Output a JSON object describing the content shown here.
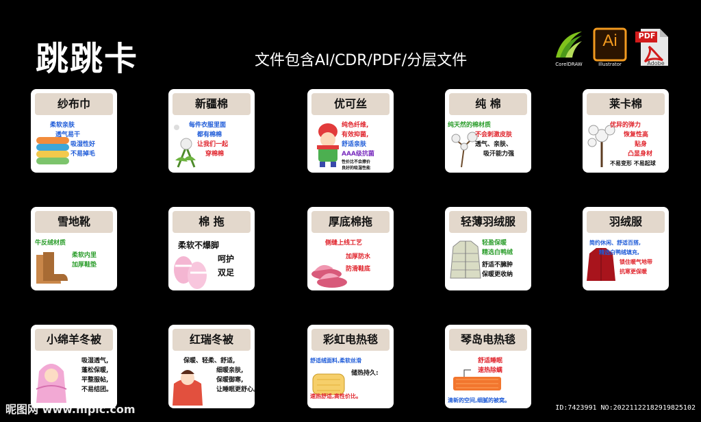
{
  "header": {
    "title": "跳跳卡",
    "subtitle": "文件包含AI/CDR/PDF/分层文件"
  },
  "logos": {
    "cdr_caption": "CorelDRAW",
    "ai_text": "Ai",
    "ai_caption": "Illustrator",
    "pdf_text": "PDF",
    "pdf_caption": "Adobe"
  },
  "cards": [
    {
      "title": "纱布巾",
      "lines": [
        "柔软亲肤",
        "透气易干",
        "吸湿性好",
        "不易掉毛"
      ],
      "color": "blue",
      "icon": "towel-stack-icon"
    },
    {
      "title": "新疆棉",
      "lines": [
        "每件衣服里面",
        "都有棉棉",
        "让我们一起",
        "穿棉棉"
      ],
      "color": "blue",
      "icon": "cotton-plant-icon"
    },
    {
      "title": "优可丝",
      "lines": [
        "纯色纤维,",
        "有效抑菌,",
        "舒适亲肤",
        "AAA级抗菌",
        "性价比不会撩价",
        "良好的吸湿性能"
      ],
      "color": "blue",
      "icon": "kid-winter-icon"
    },
    {
      "title": "纯 棉",
      "lines": [
        "纯天然的棉材质",
        "不会刺激皮肤",
        "透气、亲肤、",
        "吸汗能力强"
      ],
      "color": "green",
      "icon": "cotton-branch-icon"
    },
    {
      "title": "莱卡棉",
      "lines": [
        "优异的弹力",
        "恢复性高",
        "贴身",
        "凸显身材",
        "不易变形 不易起球"
      ],
      "color": "red",
      "icon": "cotton-flower-icon"
    },
    {
      "title": "雪地靴",
      "lines": [
        "牛反绒材质",
        "柔软内里",
        "加厚鞋垫"
      ],
      "color": "green",
      "icon": "snow-boots-icon"
    },
    {
      "title": "棉 拖",
      "lines": [
        "柔软不爆脚",
        "呵护",
        "双足"
      ],
      "color": "black",
      "icon": "cotton-slippers-icon"
    },
    {
      "title": "厚底棉拖",
      "lines": [
        "侧缝上线工艺",
        "加厚防水",
        "防滑鞋底"
      ],
      "color": "red",
      "icon": "thick-slippers-icon"
    },
    {
      "title": "轻薄羽绒服",
      "lines": [
        "轻盈保暖",
        "精选白鸭绒",
        "舒适不臃肿",
        "保暖更收纳"
      ],
      "color": "green",
      "icon": "down-jacket-icon"
    },
    {
      "title": "羽绒服",
      "lines": [
        "简约休闲、舒适百搭,",
        "精选白鸭绒填充,",
        "锁住暖气地带",
        "抗寒更保暖"
      ],
      "color": "blue",
      "icon": "red-coat-icon"
    },
    {
      "title": "小绵羊冬被",
      "lines": [
        "吸湿透气,",
        "蓬松保暖,",
        "平整服帖,",
        "不易结团。"
      ],
      "color": "black",
      "icon": "girl-blanket-icon"
    },
    {
      "title": "红瑞冬被",
      "lines": [
        "保暖、轻柔、舒适,",
        "细暖亲肤,",
        "保暖御寒,",
        "让睡眠更舒心。"
      ],
      "color": "black",
      "icon": "girl-red-blanket-icon"
    },
    {
      "title": "彩虹电热毯",
      "lines": [
        "舒适绒面料,柔软丝滑",
        "储热持久:",
        "速热舒适,高性价比。"
      ],
      "color": "blue",
      "icon": "electric-blanket-icon"
    },
    {
      "title": "琴岛电热毯",
      "lines": [
        "舒适睡眠",
        "速热除螨",
        "清新的空间,细腻的被窝。"
      ],
      "color": "red",
      "icon": "heating-pad-icon"
    }
  ],
  "footer": {
    "watermark": "昵图网 www.nipic.com",
    "id_text": "ID:7423991 NO:20221122182919825102"
  }
}
